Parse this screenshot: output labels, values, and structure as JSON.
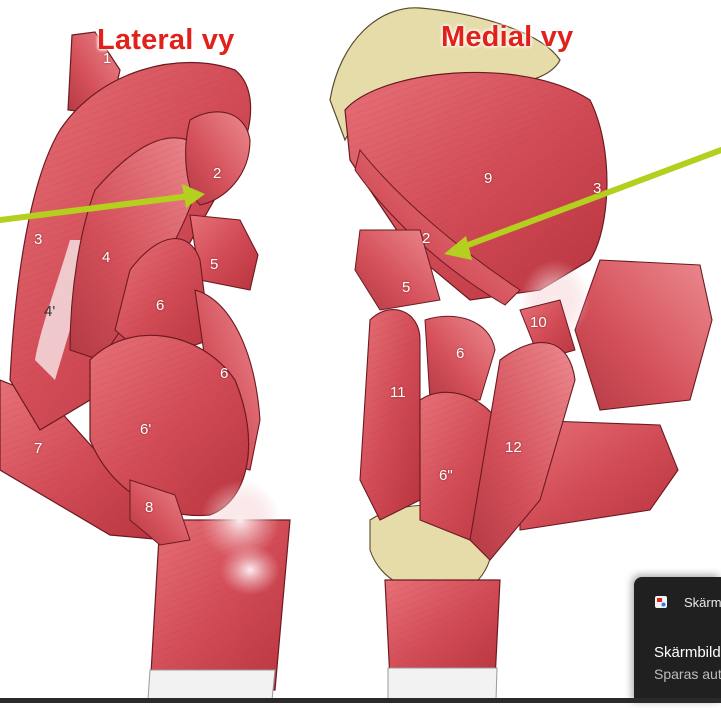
{
  "figure": {
    "lateral_title": "Lateral vy",
    "medial_title": "Medial vy",
    "lateral_labels": [
      "1",
      "2",
      "3",
      "4",
      "4'",
      "5",
      "6",
      "6",
      "6'",
      "7",
      "8"
    ],
    "medial_labels": [
      "9",
      "3",
      "2",
      "5",
      "10",
      "6",
      "11",
      "12",
      "6\""
    ]
  },
  "colors": {
    "title": "#e0221b",
    "muscle": "#d9505a",
    "muscle_dark": "#a8303a",
    "bone": "#e6dcaa",
    "arrow": "#b5cf1e"
  },
  "toast": {
    "app_icon": "snipping-tool-icon",
    "app_name": "Skärmklippverktyget",
    "title": "Skärmbild kopierad till Urklipp",
    "body": "Sparas automatiskt i mappen Skärmbilder."
  }
}
